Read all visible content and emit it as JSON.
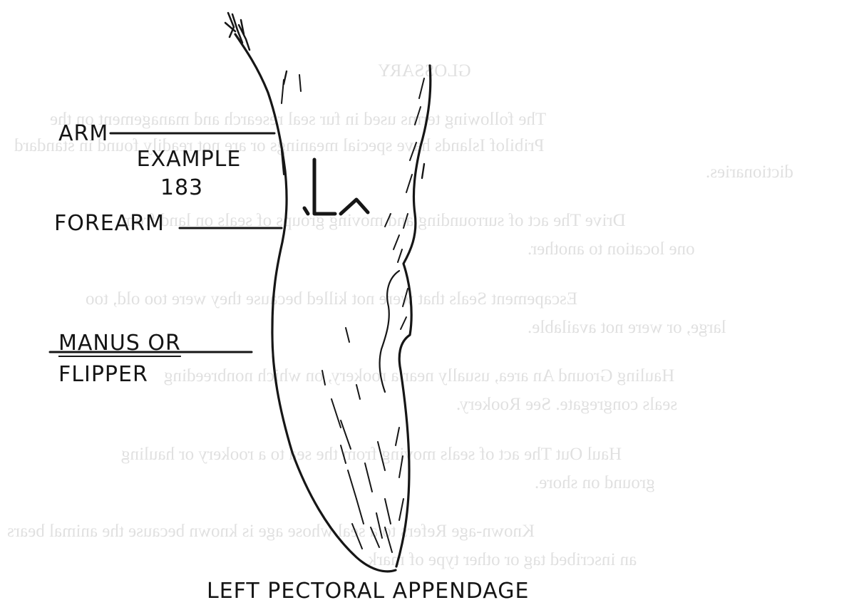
{
  "labels": {
    "arm": "ARM",
    "example": "EXAMPLE",
    "example_number": "183",
    "forearm": "FOREARM",
    "manus_line1": "MANUS OR",
    "manus_line2": "FLIPPER",
    "caption": "LEFT PECTORAL APPENDAGE"
  },
  "bleed_through": {
    "heading": "GLOSSARY",
    "lines": [
      "The following terms used in fur seal research and management on the",
      "Pribilof Islands have special meanings or are not readily found in standard",
      "dictionaries.",
      "Drive   The act of surrounding and moving groups of seals on land from",
      "one location to another.",
      "Escapement   Seals that were not killed because they were too old, too",
      "large, or were not available.",
      "Hauling Ground   An area, usually near a rookery, on which nonbreeding",
      "seals congregate.  See Rookery.",
      "Haul Out   The act of seals moving from the sea to a rookery or hauling",
      "ground on shore.",
      "Known-age   Refers to a seal whose age is known because the animal bears",
      "an inscribed tag or other type of mark."
    ]
  }
}
